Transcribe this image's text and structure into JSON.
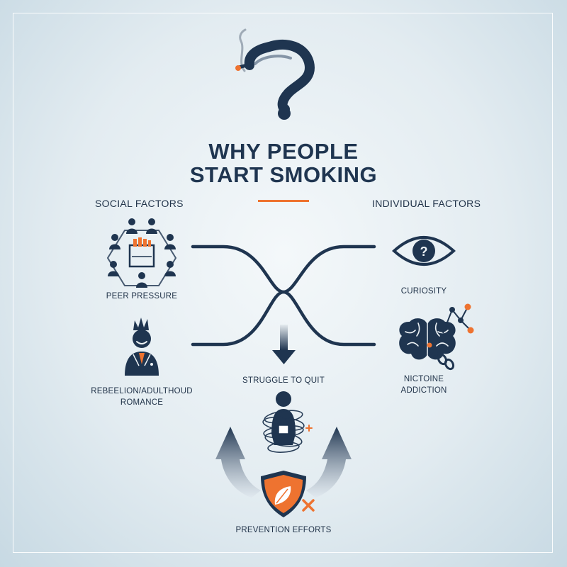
{
  "title": {
    "line1": "WHY PEOPLE",
    "line2": "START SMOKING"
  },
  "social": {
    "header": "SOCIAL FACTORS",
    "peer_pressure": "PEER PRESSURE",
    "rebellion_line1": "REBEELION/ADULTHOUD",
    "rebellion_line2": "ROMANCE"
  },
  "individual": {
    "header": "INDIVIDUAL FACTORS",
    "curiosity": "CURIOSITY",
    "addiction_line1": "NICTOINE",
    "addiction_line2": "ADDICTION"
  },
  "struggle": "STRUGGLE TO QUIT",
  "prevention": "PREVENTION EFFORTS",
  "colors": {
    "navy": "#1f3550",
    "orange": "#ee7330",
    "background": "#e3ecf1"
  },
  "icons": [
    "smoke-question-icon",
    "peer-group-icon",
    "rebel-person-icon",
    "eye-question-icon",
    "brain-chain-icon",
    "bound-person-icon",
    "shield-leaf-icon",
    "loop-arrow-icon"
  ]
}
